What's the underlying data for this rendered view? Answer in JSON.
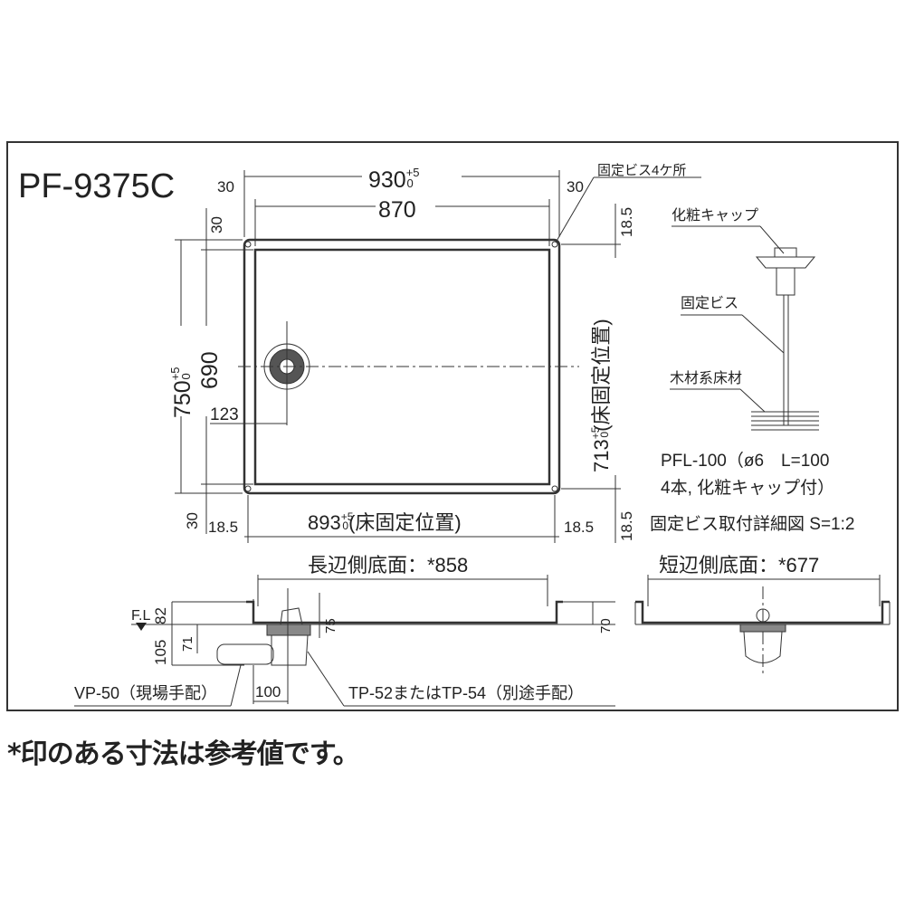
{
  "model": "PF-9375C",
  "plan": {
    "width_total": "930",
    "tol_plus": "+5",
    "tol_zero": "0",
    "width_inner": "870",
    "edge_left": "30",
    "edge_right": "30",
    "edge_top": "30",
    "edge_bottom": "30",
    "height_total": "750",
    "height_inner": "690",
    "drain_offset": "123",
    "floor_fix_width": "893",
    "floor_fix_height": "713",
    "floor_fix_label": "(床固定位置)",
    "fix_offset_left": "18.5",
    "fix_offset_right": "18.5",
    "fix_offset_top": "18.5",
    "fix_offset_bottom": "18.5",
    "screw_callout": "固定ビス4ケ所"
  },
  "detail": {
    "cap_label": "化粧キャップ",
    "screw_label": "固定ビス",
    "floor_label": "木材系床材",
    "part_line1": "PFL-100（ø6　L=100",
    "part_line2": "4本, 化粧キャップ付）",
    "title": "固定ビス取付詳細図 S=1:2"
  },
  "long_side": {
    "label": "長辺側底面：*858",
    "fl": "F.L",
    "h82": "82",
    "h105": "105",
    "h71": "71",
    "h75": "75",
    "h70": "70",
    "w100": "100",
    "pipe_label": "VP-50（現場手配）",
    "trap_label": "TP-52またはTP-54（別途手配）"
  },
  "short_side": {
    "label": "短辺側底面：*677"
  },
  "note": "*印のある寸法は参考値です。"
}
